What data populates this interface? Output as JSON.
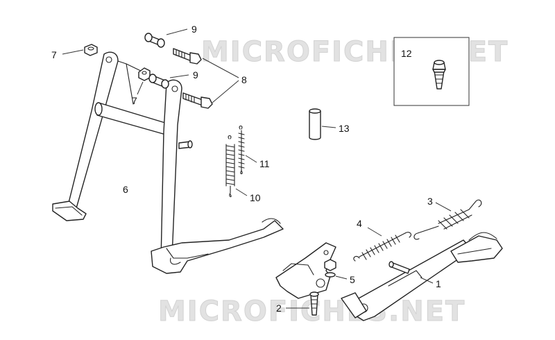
{
  "watermark": {
    "text": "MICROFICHES.NET"
  },
  "labels": {
    "p1": "1",
    "p2": "2",
    "p3": "3",
    "p4": "4",
    "p5": "5",
    "p6": "6",
    "p7a": "7",
    "p7b": "7",
    "p8": "8",
    "p9a": "9",
    "p9b": "9",
    "p10": "10",
    "p11": "11",
    "p12": "12",
    "p13": "13"
  }
}
